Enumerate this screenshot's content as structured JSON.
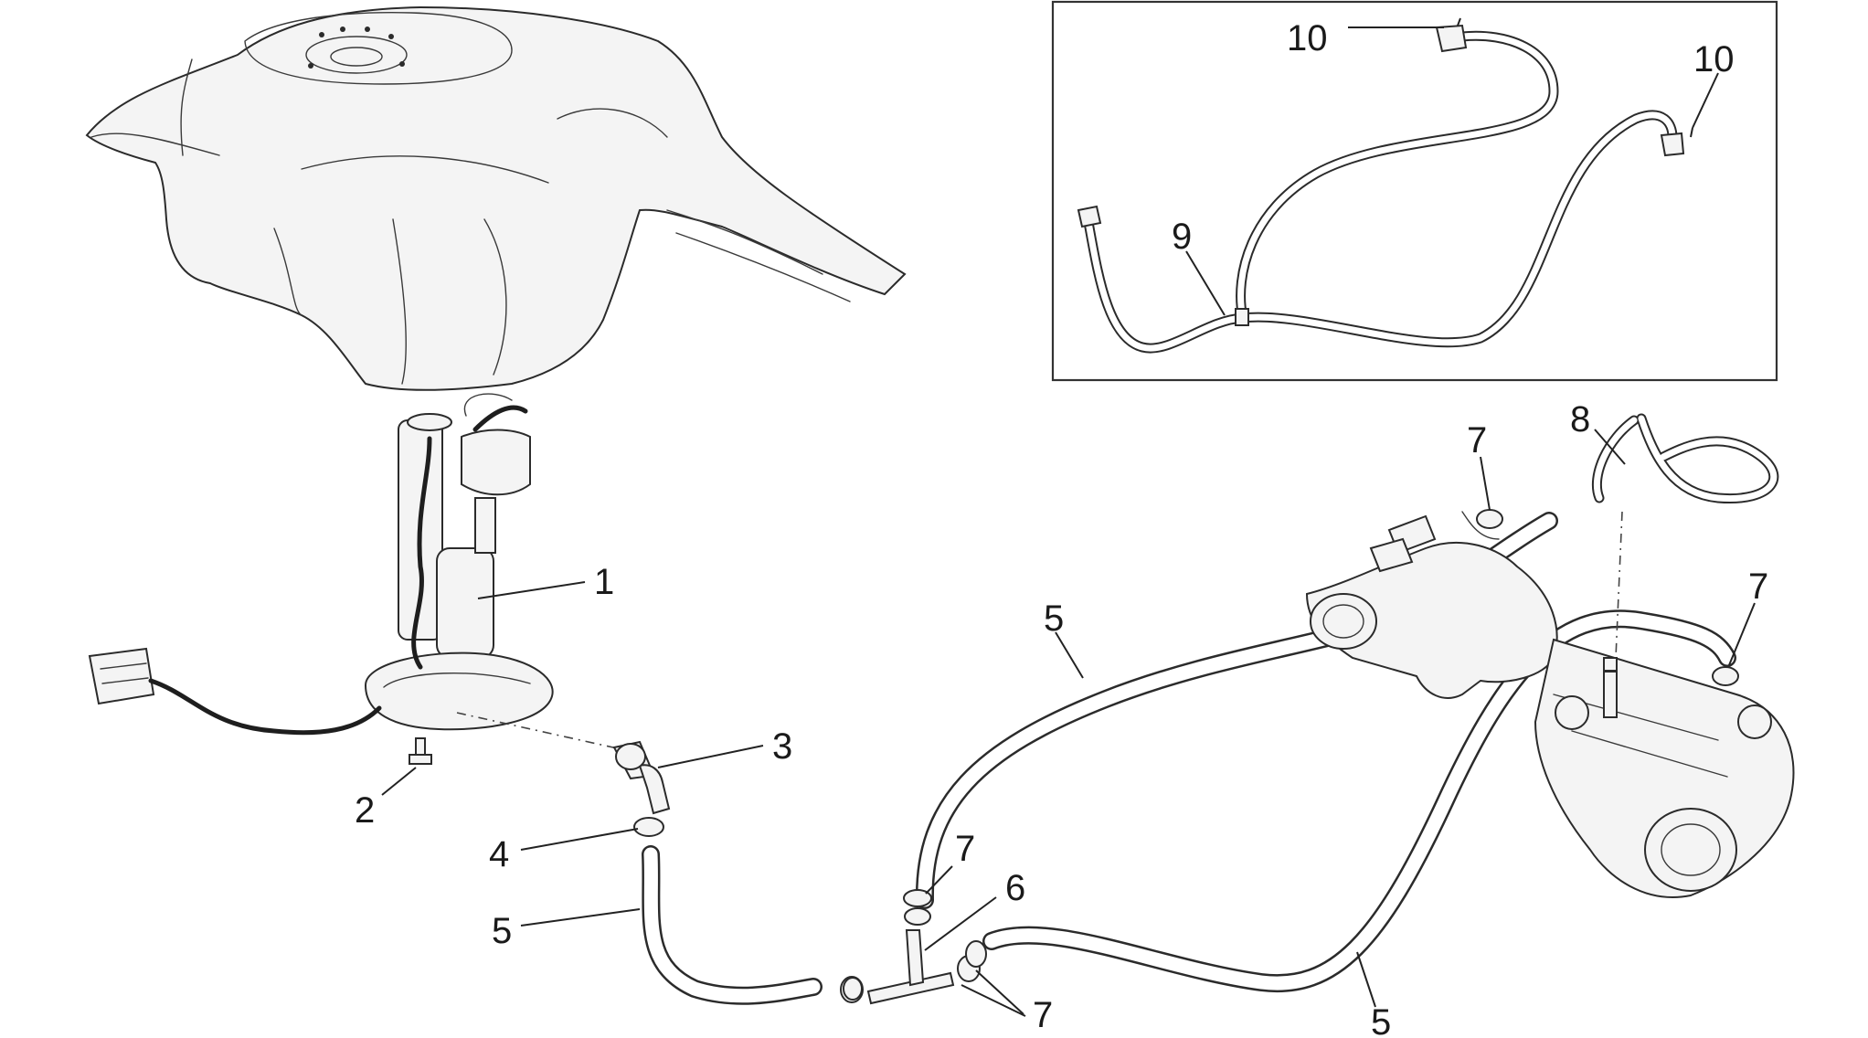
{
  "callouts": {
    "c1": "1",
    "c2": "2",
    "c3": "3",
    "c4": "4",
    "c5a": "5",
    "c5b": "5",
    "c5c": "5",
    "c6": "6",
    "c7a": "7",
    "c7b": "7",
    "c7c": "7",
    "c7d": "7",
    "c8": "8",
    "c9": "9",
    "c10a": "10",
    "c10b": "10"
  }
}
